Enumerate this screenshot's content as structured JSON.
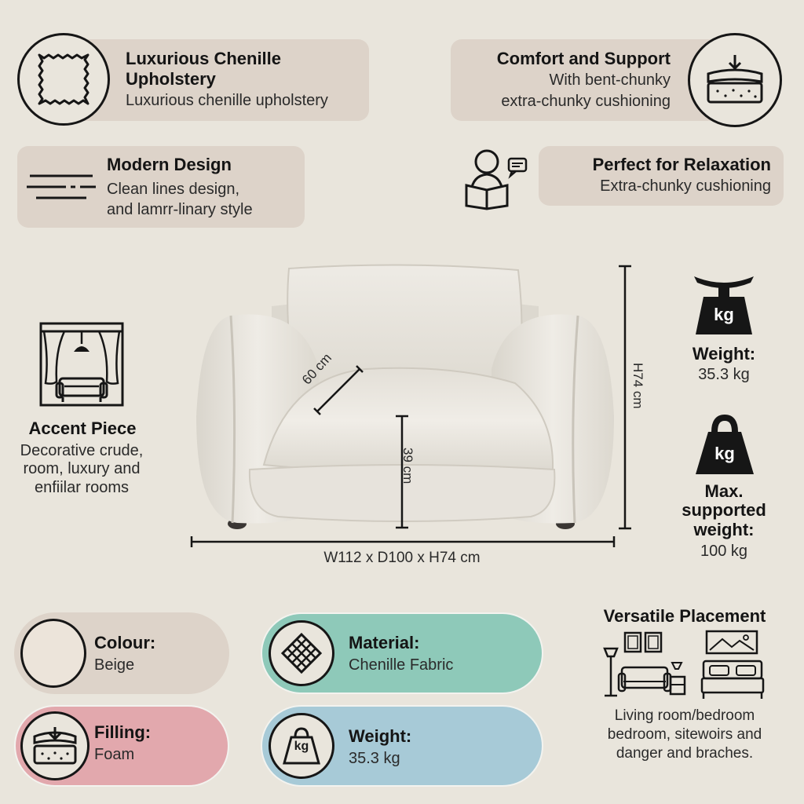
{
  "features": {
    "upholstery": {
      "title_line1": "Luxurious Chenille",
      "title_line2": "Upholstery",
      "desc": "Luxurious chenille upholstery",
      "icon": "fabric-swatch-icon"
    },
    "comfort": {
      "title": "Comfort and Support",
      "desc_line1": "With bent-chunky",
      "desc_line2": "extra-chunky cushioning",
      "icon": "cushion-layers-icon"
    },
    "design": {
      "title": "Modern Design",
      "desc_line1": "Clean lines design,",
      "desc_line2": "and lamrr-linary style",
      "icon": "speed-lines-icon"
    },
    "relaxation": {
      "title": "Perfect for Relaxation",
      "desc": "Extra-chunky cushioning",
      "icon": "person-reading-icon"
    }
  },
  "accent": {
    "title": "Accent Piece",
    "desc_line1": "Decorative crude,",
    "desc_line2": "room, luxury and",
    "desc_line3": "enfiilar rooms",
    "icon": "living-room-window-icon"
  },
  "dimensions": {
    "depth": "60 cm",
    "seat_height": "39 cm",
    "height": "H74 cm",
    "overall": "W112 x D100 x H74 cm"
  },
  "weight": {
    "icon_label": "kg",
    "label": "Weight:",
    "value": "35.3 kg",
    "icon": "scale-icon"
  },
  "max_weight": {
    "icon_label": "kg",
    "label_line1": "Max.",
    "label_line2": "supported",
    "label_line3": "weight:",
    "value": "100 kg",
    "icon": "kettlebell-weight-icon"
  },
  "specs": {
    "colour": {
      "label": "Colour:",
      "value": "Beige",
      "swatch_color": "#ece4da"
    },
    "material": {
      "label": "Material:",
      "value": "Chenille Fabric",
      "icon": "woven-fabric-icon"
    },
    "filling": {
      "label": "Filling:",
      "value": "Foam",
      "icon": "foam-layer-icon"
    },
    "weight": {
      "label": "Weight:",
      "value": "35.3 kg",
      "icon_label": "kg",
      "icon": "weight-icon"
    }
  },
  "placement": {
    "title": "Versatile Placement",
    "desc_line1": "Living room/bedroom",
    "desc_line2": "bedroom, sitewoirs and",
    "desc_line3": "danger and braches.",
    "icon": "room-scenes-icon"
  },
  "colors": {
    "background": "#e9e5dc",
    "pill_beige": "#ddd3c9",
    "pill_teal": "#8ec9b9",
    "pill_pink": "#e2a8ad",
    "pill_blue": "#a7cad7"
  }
}
